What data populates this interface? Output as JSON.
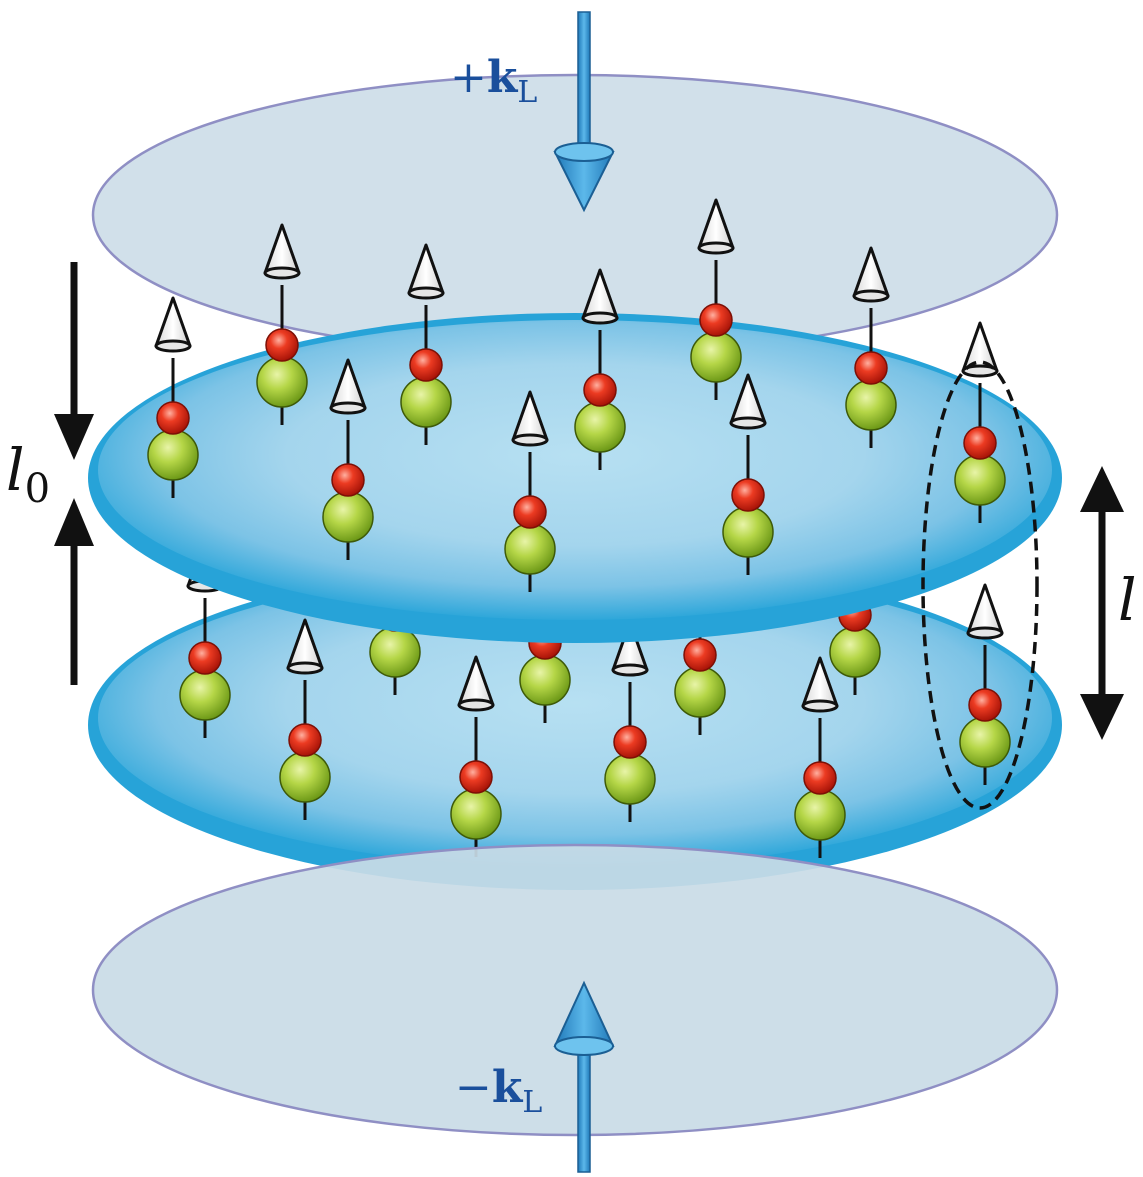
{
  "labels": {
    "kl_top_sign": "+",
    "kl_top_vec": "k",
    "kl_top_sub": "L",
    "kl_bottom_sign": "−",
    "kl_bottom_vec": "k",
    "kl_bottom_sub": "L",
    "l0_main": "l",
    "l0_sub": "0",
    "l_main": "l"
  },
  "colors": {
    "beam_plane_fill": "#c9dbe6",
    "beam_plane_stroke": "#8f8fc4",
    "layer_edge": "#2aa5d8",
    "layer_inner": "#a8d8ef",
    "laser_arrow": "#2f8fcf",
    "laser_text": "#1a4f9c",
    "atom_large": "#9cc234",
    "atom_small": "#dd2a1a",
    "spin_cone": "#f4f4f4",
    "dimension_arrow": "#111111"
  },
  "icons": {
    "laser_beam": "cone-arrow-icon",
    "spin": "spin-cone-icon",
    "molecule": "diatomic-molecule-icon",
    "selection": "dashed-ellipse-icon"
  }
}
